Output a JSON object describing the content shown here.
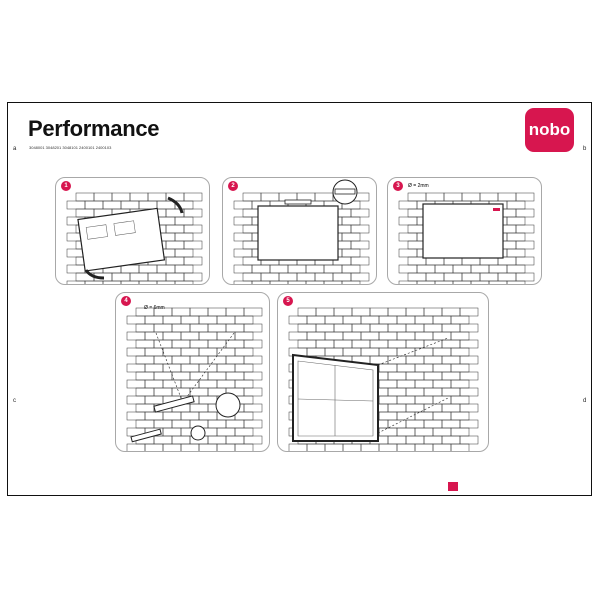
{
  "document": {
    "title": "Performance",
    "product_codes": "3048001 3048201 3048101 2400101 2400103",
    "brand_logo": "nobo",
    "brand_color": "#d7164f"
  },
  "steps": [
    {
      "number": "1"
    },
    {
      "number": "2"
    },
    {
      "number": "3",
      "annotation": "Ø = 2mm"
    },
    {
      "number": "4",
      "annotation": "Ø = 6mm"
    },
    {
      "number": "5"
    }
  ],
  "margin_marks": [
    "a",
    "b",
    "c",
    "d"
  ]
}
